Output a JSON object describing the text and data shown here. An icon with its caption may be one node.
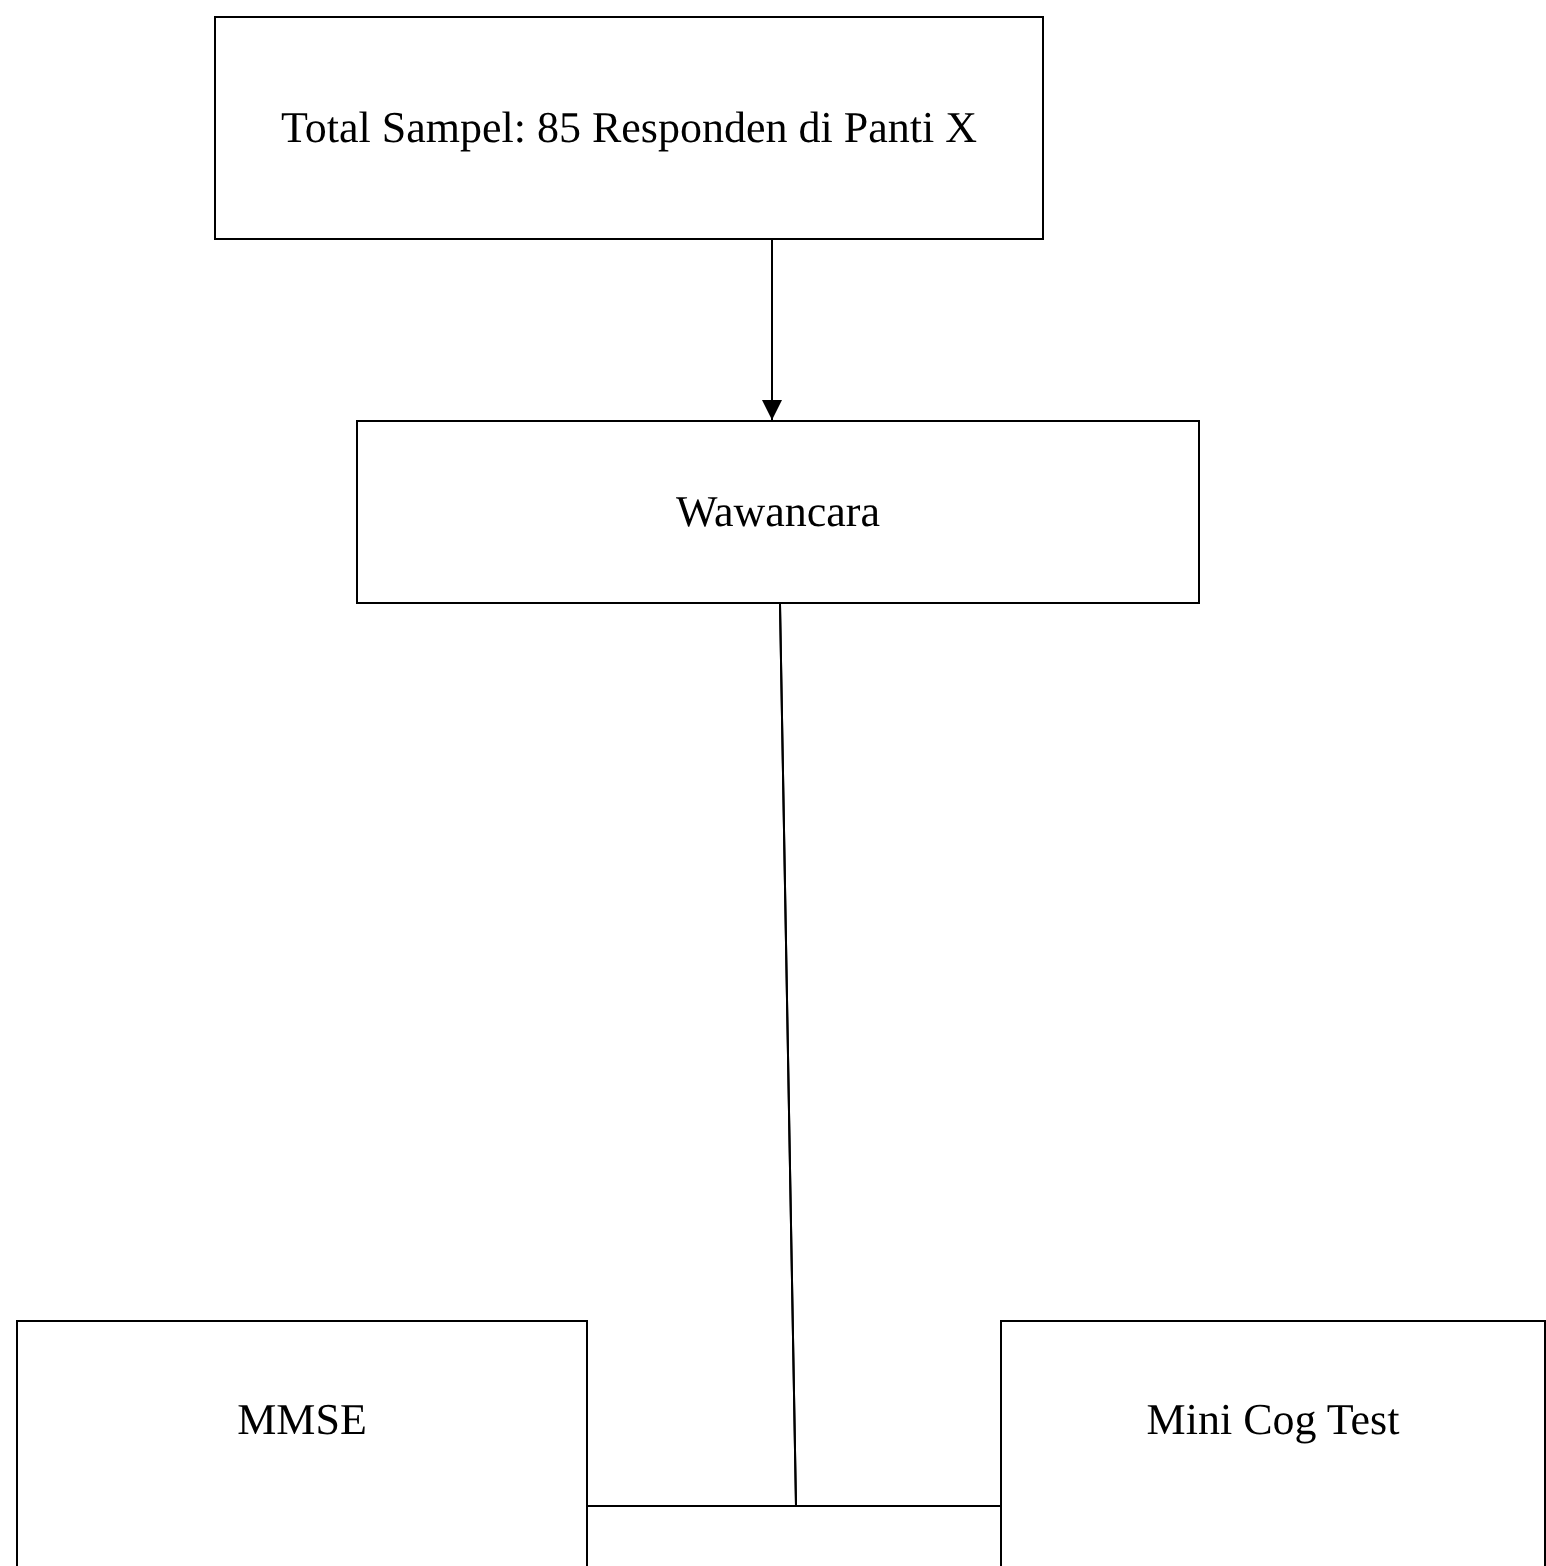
{
  "diagram": {
    "nodes": [
      {
        "text": [
          "Total Sampel: 85 Responden di Panti X"
        ]
      },
      {
        "text": [
          "Wawancara"
        ]
      },
      {
        "text": [
          "MMSE"
        ]
      },
      {
        "text": [
          "Mini Cog Test"
        ]
      }
    ],
    "edges": [
      {
        "from": 0,
        "to": 1,
        "arrow": "to"
      },
      {
        "from": 1,
        "to": 2,
        "arrow": "none"
      },
      {
        "from": 1,
        "to": 3,
        "arrow": "none"
      }
    ]
  }
}
